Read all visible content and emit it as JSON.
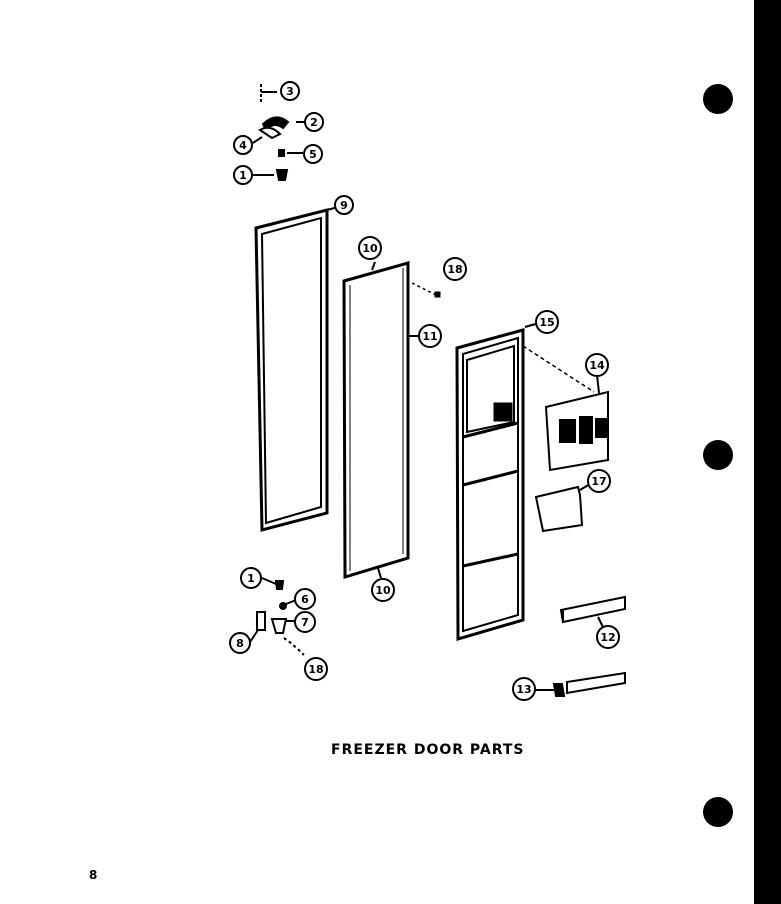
{
  "diagram": {
    "title": "FREEZER DOOR PARTS",
    "page_number": "8",
    "callouts": [
      {
        "number": "1",
        "label": "part-1-top"
      },
      {
        "number": "2",
        "label": "part-2"
      },
      {
        "number": "3",
        "label": "part-3"
      },
      {
        "number": "4",
        "label": "part-4"
      },
      {
        "number": "5",
        "label": "part-5"
      },
      {
        "number": "9",
        "label": "part-9-gasket"
      },
      {
        "number": "10",
        "label": "part-10-top"
      },
      {
        "number": "10",
        "label": "part-10-bottom"
      },
      {
        "number": "11",
        "label": "part-11-door-panel"
      },
      {
        "number": "18",
        "label": "part-18-top"
      },
      {
        "number": "15",
        "label": "part-15-door-liner"
      },
      {
        "number": "14",
        "label": "part-14-dispenser"
      },
      {
        "number": "17",
        "label": "part-17-bin"
      },
      {
        "number": "1",
        "label": "part-1-bottom"
      },
      {
        "number": "6",
        "label": "part-6"
      },
      {
        "number": "7",
        "label": "part-7"
      },
      {
        "number": "8",
        "label": "part-8"
      },
      {
        "number": "18",
        "label": "part-18-bottom"
      },
      {
        "number": "12",
        "label": "part-12-handle"
      },
      {
        "number": "13",
        "label": "part-13"
      }
    ]
  }
}
